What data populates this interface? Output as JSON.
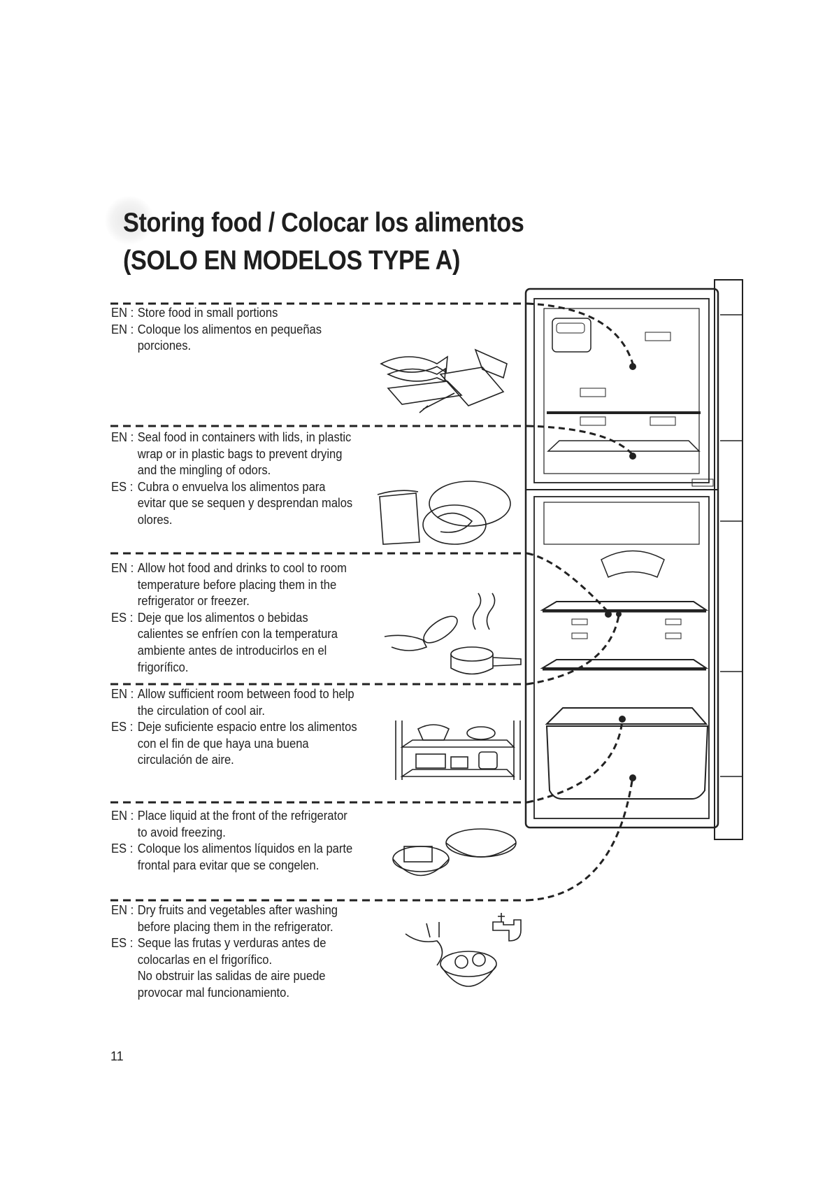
{
  "header": {
    "title_line1": "Storing food / Colocar los alimentos",
    "title_line2": "(SOLO EN MODELOS TYPE A)"
  },
  "tips": [
    {
      "lines": [
        {
          "lang": "EN :",
          "text": "Store food in small portions"
        },
        {
          "lang": "EN :",
          "text": "Coloque los alimentos en pequeñas"
        },
        {
          "lang": "",
          "text": "porciones."
        }
      ]
    },
    {
      "lines": [
        {
          "lang": "EN :",
          "text": "Seal food in containers with lids, in plastic"
        },
        {
          "lang": "",
          "text": "wrap or in plastic bags to prevent drying"
        },
        {
          "lang": "",
          "text": "and the mingling of odors."
        },
        {
          "lang": "ES :",
          "text": "Cubra o envuelva los alimentos para"
        },
        {
          "lang": "",
          "text": "evitar que se sequen y desprendan malos"
        },
        {
          "lang": "",
          "text": "olores."
        }
      ]
    },
    {
      "lines": [
        {
          "lang": "EN :",
          "text": "Allow hot food and drinks to cool to  room"
        },
        {
          "lang": "",
          "text": "temperature before placing them in the"
        },
        {
          "lang": "",
          "text": "refrigerator or freezer."
        },
        {
          "lang": "ES :",
          "text": "Deje que los alimentos o bebidas"
        },
        {
          "lang": "",
          "text": "calientes se enfríen con la temperatura"
        },
        {
          "lang": "",
          "text": "ambiente antes de introducirlos en el"
        },
        {
          "lang": "",
          "text": "frigorífico."
        }
      ]
    },
    {
      "lines": [
        {
          "lang": "EN :",
          "text": "Allow sufficient room between food to help"
        },
        {
          "lang": "",
          "text": "the circulation of cool air."
        },
        {
          "lang": "ES :",
          "text": "Deje suficiente espacio entre los alimentos"
        },
        {
          "lang": "",
          "text": "con el fin de que haya una buena"
        },
        {
          "lang": "",
          "text": "circulación de aire."
        }
      ]
    },
    {
      "lines": [
        {
          "lang": "EN :",
          "text": "Place liquid at the front of the refrigerator"
        },
        {
          "lang": "",
          "text": "to avoid freezing."
        },
        {
          "lang": "ES :",
          "text": "Coloque los alimentos líquidos en la parte"
        },
        {
          "lang": "",
          "text": "frontal para evitar que se congelen."
        }
      ]
    },
    {
      "lines": [
        {
          "lang": "EN :",
          "text": "Dry fruits and vegetables after washing"
        },
        {
          "lang": "",
          "text": "before placing them in the refrigerator."
        },
        {
          "lang": "ES :",
          "text": "Seque las frutas y verduras antes de"
        },
        {
          "lang": "",
          "text": "colocarlas en el frigorífico."
        },
        {
          "lang": "",
          "text": "No obstruir las salidas de aire puede"
        },
        {
          "lang": "",
          "text": "provocar mal funcionamiento."
        }
      ]
    }
  ],
  "page_number": "11"
}
